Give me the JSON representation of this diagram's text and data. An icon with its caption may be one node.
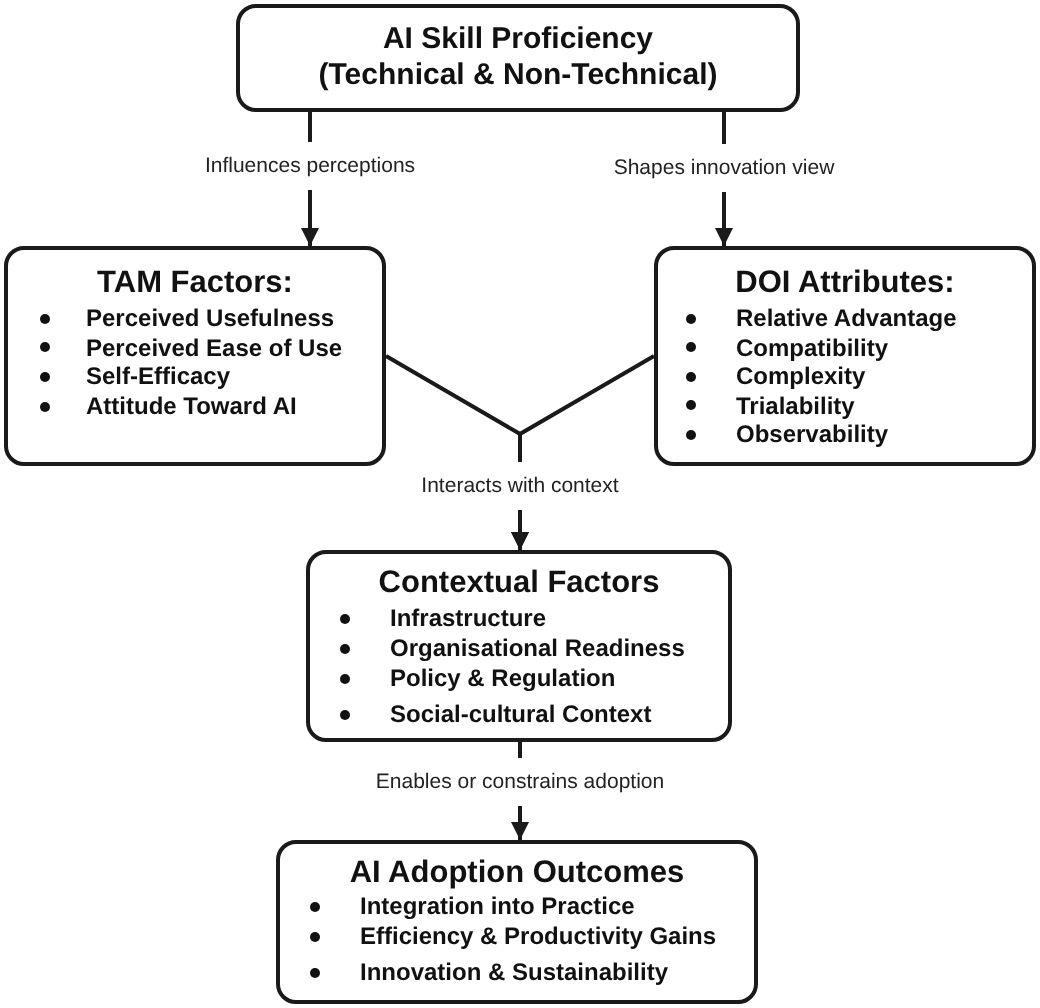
{
  "diagram": {
    "nodes": [
      {
        "text": [
          "AI Skill Proficiency (Technical & Non-Technical)"
        ]
      },
      {
        "text": [
          "TAM Factors:",
          "Perceived Usefulness",
          "Perceived Ease of Use",
          "Self-Efficacy",
          "Attitude Toward AI"
        ]
      },
      {
        "text": [
          "DOI Attributes:",
          "Relative Advantage",
          "Compatibility",
          "Complexity",
          "Trialability",
          "Observability"
        ]
      },
      {
        "text": [
          "Contextual Factors",
          "Infrastructure",
          "Organisational Readiness",
          "Policy & Regulation",
          "Social-cultural Context"
        ]
      },
      {
        "text": [
          "AI Adoption Outcomes",
          "Integration into Practice",
          "Efficiency & Productivity Gains",
          "Innovation & Sustainability"
        ]
      }
    ],
    "edges": [
      {
        "from": 0,
        "to": 1,
        "arrow": "to",
        "label": "Influences perceptions"
      },
      {
        "from": 0,
        "to": 2,
        "arrow": "to",
        "label": "Shapes innovation view"
      },
      {
        "from": 1,
        "to": 3,
        "arrow": "to",
        "label": "Interacts with context"
      },
      {
        "from": 2,
        "to": 3,
        "arrow": "to"
      },
      {
        "from": 3,
        "to": 4,
        "arrow": "to",
        "label": "Enables or constrains adoption"
      }
    ]
  }
}
